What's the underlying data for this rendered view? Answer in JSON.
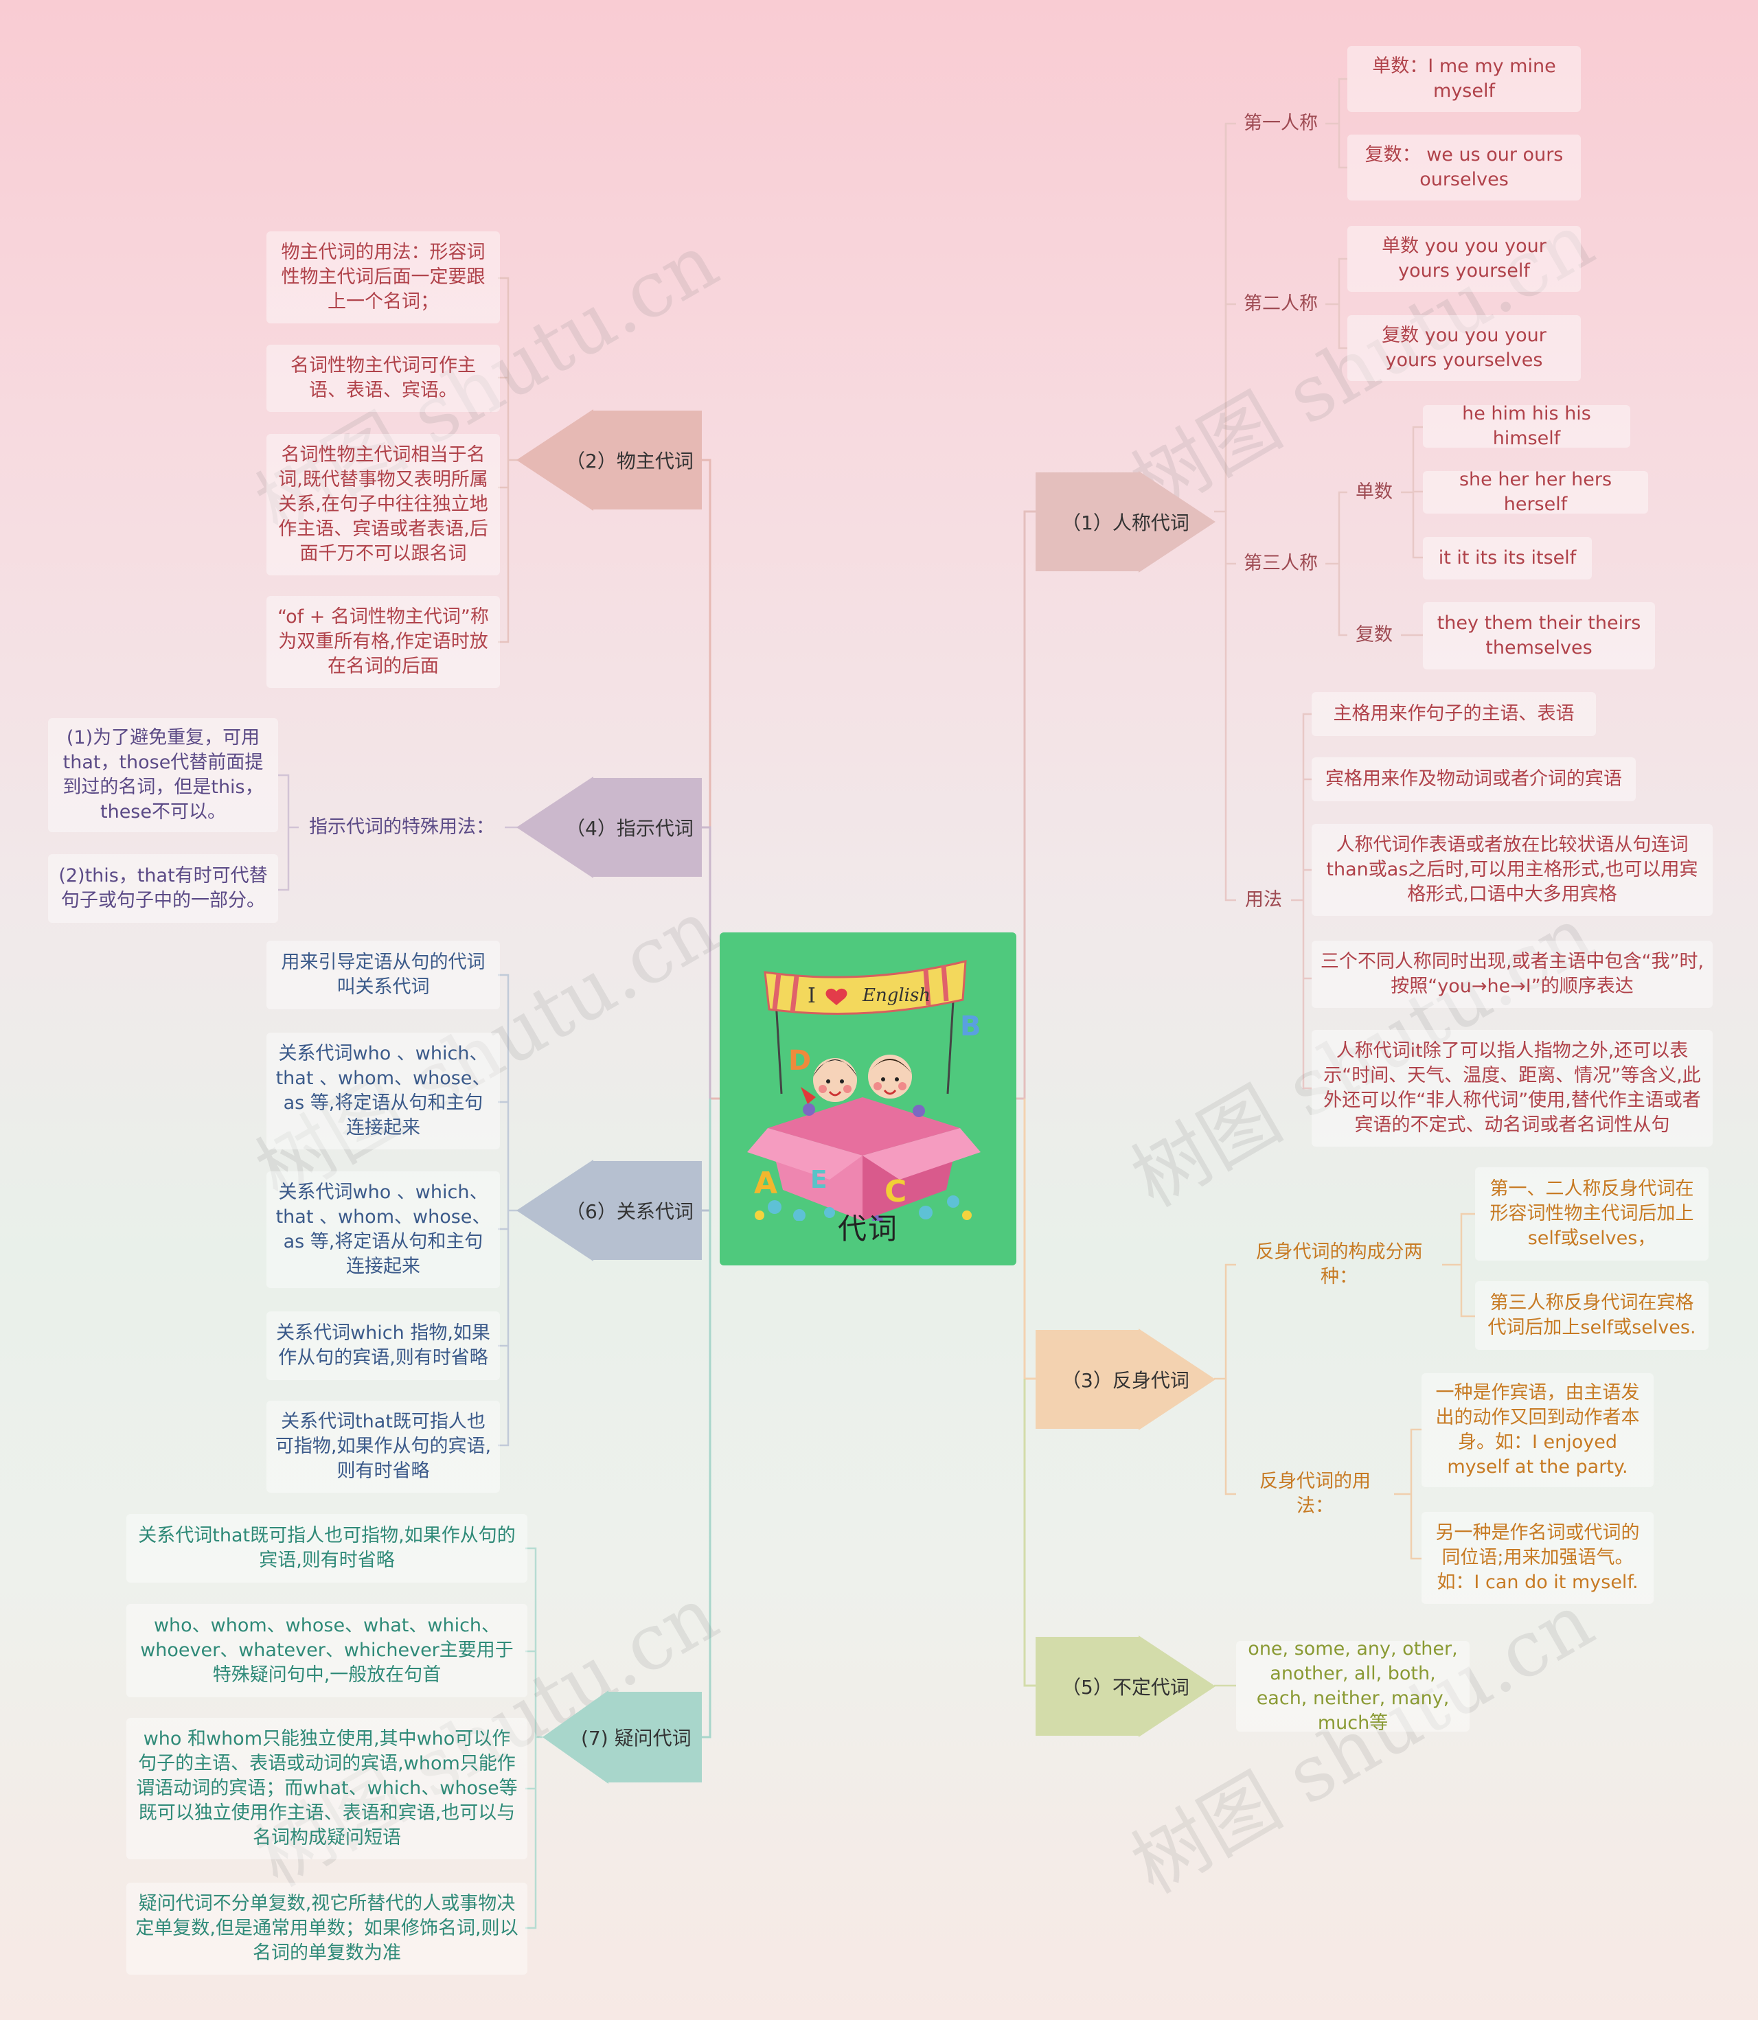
{
  "center": {
    "title": "代词",
    "illustration": {
      "banner_text": "I ♥ English",
      "letters": [
        "A",
        "B",
        "C",
        "D",
        "E"
      ]
    }
  },
  "branches": {
    "b1": {
      "label": "（1）人称代词"
    },
    "b2": {
      "label": "（2）物主代词"
    },
    "b3": {
      "label": "（3）反身代词"
    },
    "b4": {
      "label": "（4）指示代词"
    },
    "b5": {
      "label": "（5）不定代词"
    },
    "b6": {
      "label": "（6）关系代词"
    },
    "b7": {
      "label": "(7) 疑问代词"
    }
  },
  "personal": {
    "first": "第一人称",
    "first_sg": "单数：I me my mine myself",
    "first_pl": "复数： we us our ours ourselves",
    "second": "第二人称",
    "second_sg": "单数  you you your yours yourself",
    "second_pl": "复数 you you your yours yourselves",
    "third": "第三人称",
    "third_sg": "单数",
    "third_sg_items": [
      "he him his his himself",
      "she her her hers herself",
      "it it its its itself"
    ],
    "third_pl": "复数",
    "third_pl_item": "they them their theirs themselves",
    "usage": "用法",
    "usage_items": [
      "主格用来作句子的主语、表语",
      "宾格用来作及物动词或者介词的宾语",
      "人称代词作表语或者放在比较状语从句连词than或as之后时,可以用主格形式,也可以用宾格形式,口语中大多用宾格",
      "三个不同人称同时出现,或者主语中包含“我”时,按照“you→he→I”的顺序表达",
      "人称代词it除了可以指人指物之外,还可以表示“时间、天气、温度、距离、情况”等含义,此外还可以作“非人称代词”使用,替代作主语或者宾语的不定式、动名词或者名词性从句"
    ]
  },
  "possessive": [
    "物主代词的用法：形容词性物主代词后面一定要跟上一个名词；",
    "名词性物主代词可作主语、表语、宾语。",
    "名词性物主代词相当于名词,既代替事物又表明所属关系,在句子中往往独立地作主语、宾语或者表语,后面千万不可以跟名词",
    "“of + 名词性物主代词”称为双重所有格,作定语时放在名词的后面"
  ],
  "demonstrative": {
    "label": "指示代词的特殊用法：",
    "items": [
      "(1)为了避免重复，可用that，those代替前面提到过的名词，但是this，these不可以。",
      "(2)this，that有时可代替句子或句子中的一部分。"
    ]
  },
  "relative": [
    "用来引导定语从句的代词叫关系代词",
    "关系代词who 、which、that 、whom、whose、as 等,将定语从句和主句连接起来",
    "关系代词who 、which、that 、whom、whose、as 等,将定语从句和主句连接起来",
    "关系代词which 指物,如果作从句的宾语,则有时省略",
    "关系代词that既可指人也可指物,如果作从句的宾语,则有时省略"
  ],
  "interrogative": [
    "关系代词that既可指人也可指物,如果作从句的宾语,则有时省略",
    "who、whom、whose、what、which、whoever、whatever、whichever主要用于特殊疑问句中,一般放在句首",
    "who 和whom只能独立使用,其中who可以作句子的主语、表语或动词的宾语,whom只能作谓语动词的宾语；而what、which、whose等既可以独立使用作主语、表语和宾语,也可以与名词构成疑问短语",
    "疑问代词不分单复数,视它所替代的人或事物决定单复数,但是通常用单数；如果修饰名词,则以名词的单复数为准"
  ],
  "reflexive": {
    "composition": "反身代词的构成分两种：",
    "composition_items": [
      "第一、二人称反身代词在形容词性物主代词后加上self或selves，",
      "第三人称反身代词在宾格代词后加上self或selves."
    ],
    "usage": "反身代词的用法：",
    "usage_items": [
      "一种是作宾语，由主语发出的动作又回到动作者本身。如：I enjoyed myself at the party.",
      "另一种是作名词或代词的同位语;用来加强语气。如：I can do it myself."
    ]
  },
  "indefinite": {
    "item": "one, some, any, other, another, all, both, each, neither, many, much等"
  },
  "watermark": "树图 shutu.cn",
  "colors": {
    "b1": "#e4bfbd",
    "b2": "#e6b9b4",
    "b3": "#f3d2b0",
    "b4": "#cbb8cc",
    "b5": "#d3dcaa",
    "b6": "#b6c0d0",
    "b7": "#a8d6cb"
  }
}
